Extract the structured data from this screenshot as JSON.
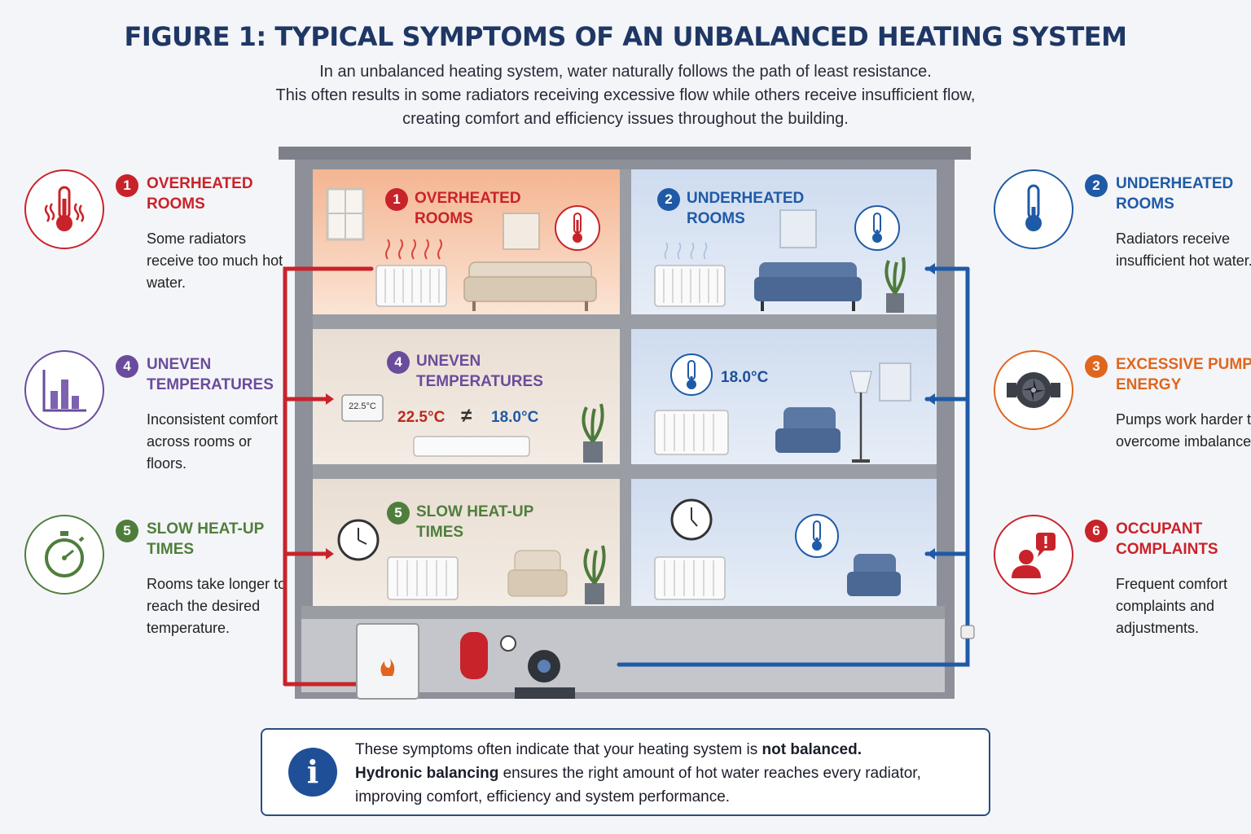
{
  "title": "FIGURE 1: TYPICAL SYMPTOMS OF AN UNBALANCED HEATING SYSTEM",
  "intro": [
    "In an unbalanced heating system, water naturally follows the path of least resistance.",
    "This often results in some radiators receiving excessive flow while others receive insufficient flow,",
    "creating comfort and efficiency issues throughout the building."
  ],
  "colors": {
    "red": "#c8232a",
    "blue": "#1f5aa6",
    "purple": "#6a4c9c",
    "orange": "#e0661e",
    "green": "#4f7e3c",
    "navy": "#1e3765"
  },
  "symptoms": [
    {
      "num": "1",
      "head": "OVERHEATED ROOMS",
      "desc": "Some radiators receive too much hot water.",
      "icon": "thermometer-hot-icon"
    },
    {
      "num": "2",
      "head": "UNDERHEATED ROOMS",
      "desc": "Radiators receive insufficient hot water.",
      "icon": "thermometer-cold-icon"
    },
    {
      "num": "3",
      "head": "EXCESSIVE PUMP ENERGY",
      "desc": "Pumps work harder to overcome imbalance.",
      "icon": "pump-icon"
    },
    {
      "num": "4",
      "head": "UNEVEN TEMPERATURES",
      "desc": "Inconsistent comfort across rooms or floors.",
      "icon": "bar-chart-icon"
    },
    {
      "num": "5",
      "head": "SLOW HEAT-UP TIMES",
      "desc": "Rooms take longer to reach the desired temperature.",
      "icon": "stopwatch-icon"
    },
    {
      "num": "6",
      "head": "OCCUPANT COMPLAINTS",
      "desc": "Frequent comfort complaints and adjustments.",
      "icon": "person-alert-icon"
    }
  ],
  "rooms": {
    "r1": {
      "num": "1",
      "label": "OVERHEATED ROOMS"
    },
    "r2": {
      "num": "2",
      "label": "UNDERHEATED ROOMS"
    },
    "r4": {
      "num": "4",
      "label": "UNEVEN TEMPERATURES",
      "temp_hot": "22.5°C",
      "neq": "≠",
      "temp_cold": "18.0°C",
      "thermostat": "22.5°C"
    },
    "r4b": {
      "temp": "18.0°C"
    },
    "r5": {
      "num": "5",
      "label": "SLOW HEAT-UP TIMES"
    }
  },
  "info": {
    "line1_a": "These symptoms often indicate that your heating system is ",
    "line1_b": "not balanced.",
    "line2_a": "Hydronic balancing",
    "line2_b": " ensures the right amount of hot water reaches every radiator,",
    "line3": "improving comfort, efficiency and system performance."
  }
}
